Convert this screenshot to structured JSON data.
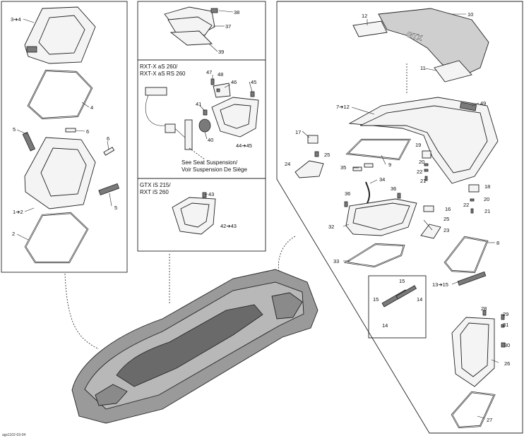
{
  "footer_code": "ags1102-03-04",
  "notes": {
    "rxt_line1": "RXT-X aS 260/",
    "rxt_line2": "RXT-X aS RS 260",
    "gtx_line1": "GTX iS 215/",
    "gtx_line2": "RXT iS 260",
    "seat_line1": "See Seat Suspension/",
    "seat_line2": "Voir Suspension De Siège"
  },
  "callouts": {
    "c3_4": "3➔4",
    "c4": "4",
    "c5a": "5",
    "c6a": "6",
    "c6b": "6",
    "c5b": "5",
    "c1_2": "1➔2",
    "c2": "2",
    "c38": "38",
    "c37": "37",
    "c39": "39",
    "c47": "47",
    "c48": "48",
    "c46": "46",
    "c45": "45",
    "c41": "41",
    "c40": "40",
    "c44_45": "44➔45",
    "c43": "43",
    "c42_43": "42➔43",
    "c12a": "12",
    "c10": "10",
    "c11": "11",
    "c7_12": "7➔12",
    "c49": "49",
    "c17": "17",
    "c25a": "25",
    "c19": "19",
    "c24": "24",
    "c9": "9",
    "c20a": "20",
    "c22a": "22",
    "c21a": "21",
    "c35": "35",
    "c34": "34",
    "c18": "18",
    "c20b": "20",
    "c22b": "22",
    "c21b": "21",
    "c36a": "36",
    "c36b": "36",
    "c16": "16",
    "c25b": "25",
    "c23": "23",
    "c32": "32",
    "c8": "8",
    "c33": "33",
    "c13_15": "13➔15",
    "c15a": "15",
    "c15b": "15",
    "c14a": "14",
    "c14b": "14",
    "c28": "28",
    "c29": "29",
    "c31": "31",
    "c30": "30",
    "c26": "26",
    "c27": "27"
  }
}
